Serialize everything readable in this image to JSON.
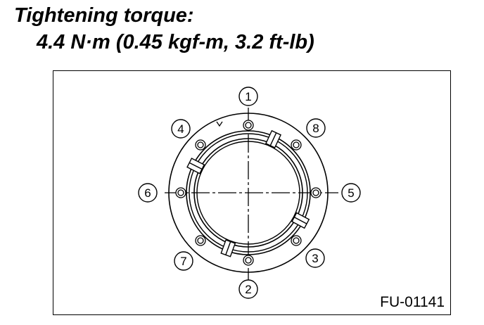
{
  "header": {
    "title": "Tightening torque:",
    "torque_spec": "4.4 N·m (0.45 kgf-m, 3.2 ft-lb)"
  },
  "figure": {
    "code": "FU-01141",
    "sequence_labels": [
      "1",
      "2",
      "3",
      "4",
      "5",
      "6",
      "7",
      "8"
    ]
  }
}
